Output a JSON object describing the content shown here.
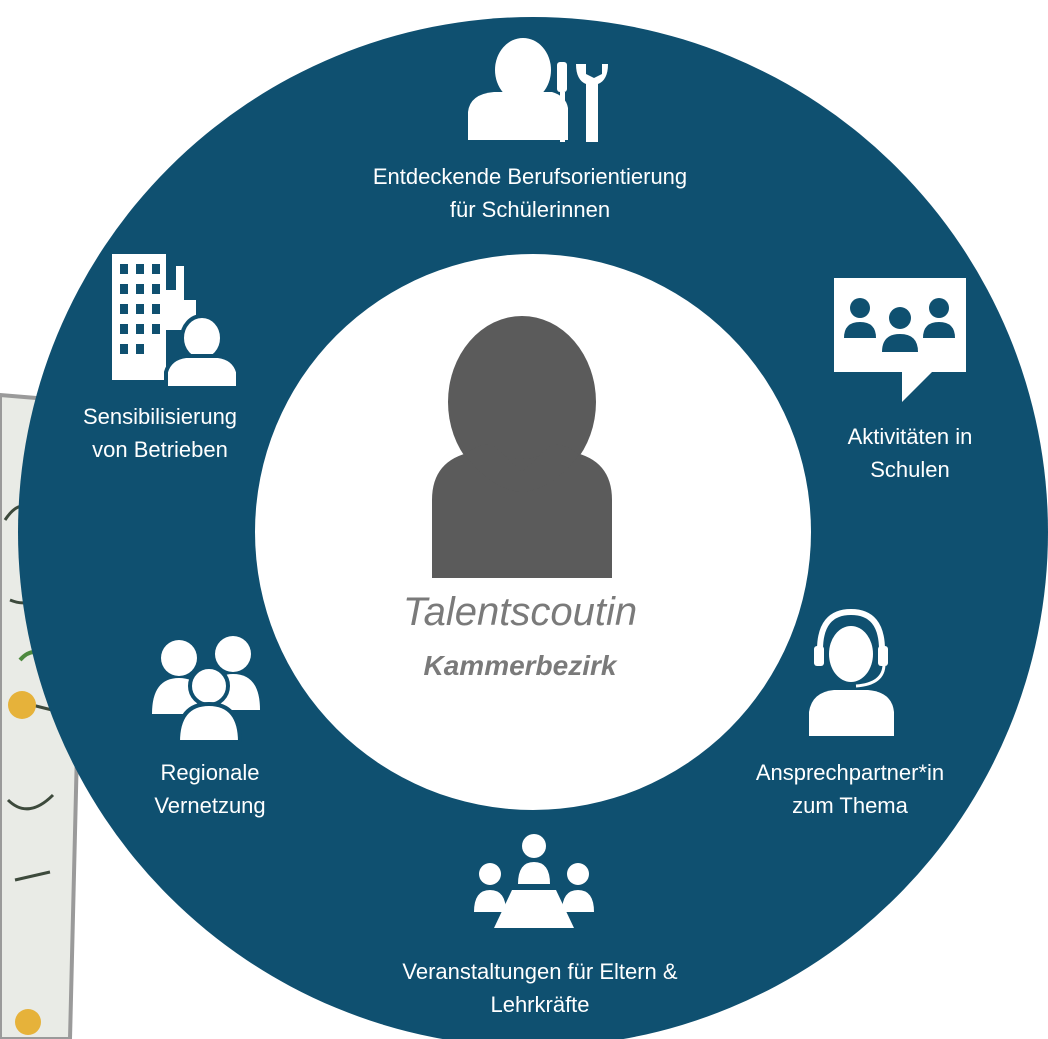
{
  "colors": {
    "ring": "#0f5070",
    "inner": "#ffffff",
    "person": "#5b5b5b",
    "icons": "#ffffff",
    "center_text": "#7a7a7a"
  },
  "center": {
    "icon": "person-silhouette-icon",
    "title": "Talentscoutin",
    "subtitle": "Kammerbezirk"
  },
  "items": [
    {
      "icon": "worker-tools-icon",
      "line1": "Entdeckende Berufsorientierung",
      "line2": "für Schülerinnen"
    },
    {
      "icon": "speech-bubble-group-icon",
      "line1": "Aktivitäten in",
      "line2": "Schulen"
    },
    {
      "icon": "headset-person-icon",
      "line1": "Ansprechpartner*in",
      "line2": "zum Thema"
    },
    {
      "icon": "meeting-table-icon",
      "line1": "Veranstaltungen für Eltern &",
      "line2": "Lehrkräfte"
    },
    {
      "icon": "people-group-icon",
      "line1": "Regionale",
      "line2": "Vernetzung"
    },
    {
      "icon": "building-person-icon",
      "line1": "Sensibilisierung",
      "line2": "von Betrieben"
    }
  ],
  "background": {
    "icon": "sketch-notes-image"
  }
}
